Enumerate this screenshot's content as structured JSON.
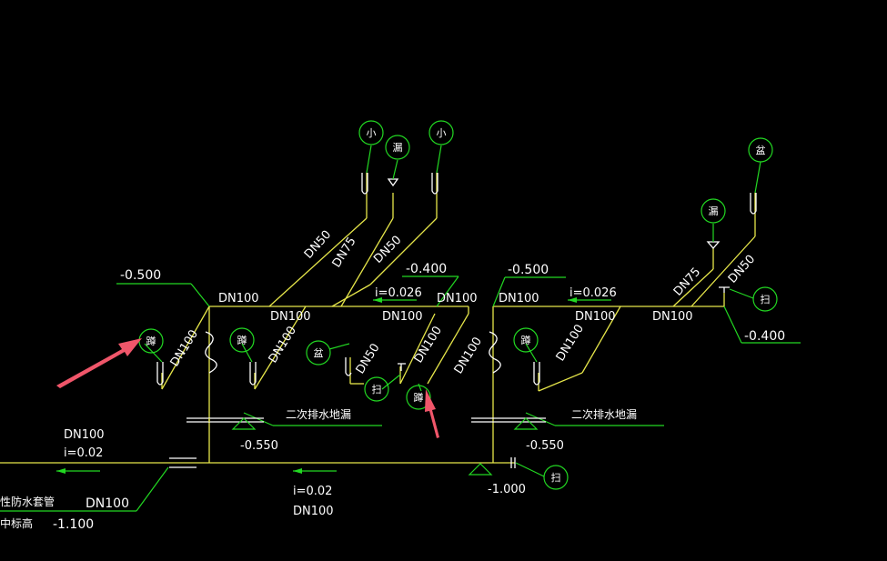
{
  "diagram": {
    "elevations": {
      "left_top": "-0.500",
      "mid_top": "-0.400",
      "right_mid_top": "-0.500",
      "right_end": "-0.400",
      "drain_left": "-0.550",
      "drain_right": "-0.550",
      "bottom_mid": "-1.000",
      "sleeve_center": "-1.100"
    },
    "pipe_sizes": {
      "dn100": "DN100",
      "dn50": "DN50",
      "dn75": "DN75"
    },
    "slopes": {
      "s1": "i=0.026",
      "s2": "i=0.026",
      "s3": "i=0.02",
      "s4": "i=0.02"
    },
    "labels": {
      "secondary_drain_left": "二次排水地漏",
      "secondary_drain_right": "二次排水地漏",
      "sleeve": "刚性防水套管",
      "sleeve_cut": "刚性防水套管",
      "center_elev": "管中标高"
    },
    "symbols": {
      "urinal": "小",
      "floor_drain": "漏",
      "basin": "盆",
      "cleanout": "扫",
      "squat": "蹲"
    }
  }
}
